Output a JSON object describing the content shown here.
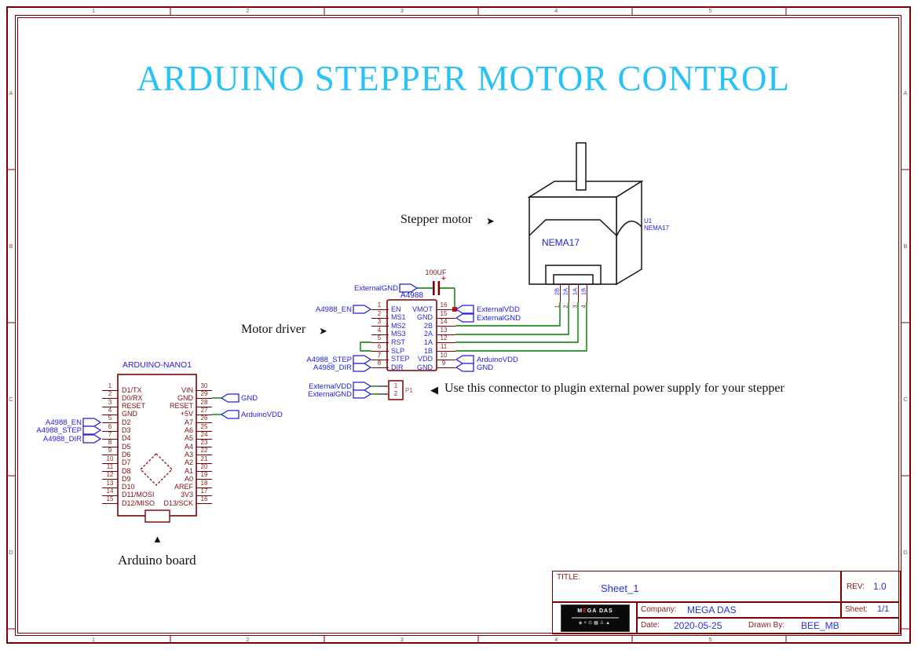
{
  "page": {
    "title": "ARDUINO STEPPER MOTOR CONTROL"
  },
  "frame": {
    "cols": [
      "1",
      "2",
      "3",
      "4",
      "5"
    ],
    "rows": [
      "A",
      "B",
      "C",
      "D"
    ]
  },
  "annotations": {
    "stepper_motor": "Stepper motor",
    "motor_driver": "Motor driver",
    "arduino_board": "Arduino board",
    "connector_note": "Use this connector to plugin external power supply for your stepper",
    "arrow_right": "➤",
    "arrow_left": "◀",
    "arrow_up": "▲"
  },
  "labels": {
    "gnd": "GND",
    "arduino_vdd": "ArduinoVDD",
    "external_vdd": "ExternalVDD",
    "external_gnd": "ExternalGND",
    "en": "A4988_EN",
    "step": "A4988_STEP",
    "dir": "A4988_DIR"
  },
  "arduino": {
    "name": "ARDUINO-NANO1",
    "left_pins": [
      {
        "num": "1",
        "name": "D1/TX"
      },
      {
        "num": "2",
        "name": "D0/RX"
      },
      {
        "num": "3",
        "name": "RESET"
      },
      {
        "num": "4",
        "name": "GND"
      },
      {
        "num": "5",
        "name": "D2"
      },
      {
        "num": "6",
        "name": "D3"
      },
      {
        "num": "7",
        "name": "D4"
      },
      {
        "num": "8",
        "name": "D5"
      },
      {
        "num": "9",
        "name": "D6"
      },
      {
        "num": "10",
        "name": "D7"
      },
      {
        "num": "11",
        "name": "D8"
      },
      {
        "num": "12",
        "name": "D9"
      },
      {
        "num": "13",
        "name": "D10"
      },
      {
        "num": "14",
        "name": "D11/MOSI"
      },
      {
        "num": "15",
        "name": "D12/MISO"
      }
    ],
    "right_pins": [
      {
        "num": "30",
        "name": "VIN"
      },
      {
        "num": "29",
        "name": "GND"
      },
      {
        "num": "28",
        "name": "RESET"
      },
      {
        "num": "27",
        "name": "+5V"
      },
      {
        "num": "26",
        "name": "A7"
      },
      {
        "num": "25",
        "name": "A6"
      },
      {
        "num": "24",
        "name": "A5"
      },
      {
        "num": "23",
        "name": "A4"
      },
      {
        "num": "22",
        "name": "A3"
      },
      {
        "num": "21",
        "name": "A2"
      },
      {
        "num": "20",
        "name": "A1"
      },
      {
        "num": "19",
        "name": "A0"
      },
      {
        "num": "18",
        "name": "AREF"
      },
      {
        "num": "17",
        "name": "3V3"
      },
      {
        "num": "16",
        "name": "D13/SCK"
      }
    ]
  },
  "driver": {
    "name": "A4988",
    "left_pins": [
      {
        "num": "1",
        "name": "EN"
      },
      {
        "num": "2",
        "name": "MS1"
      },
      {
        "num": "3",
        "name": "MS2"
      },
      {
        "num": "4",
        "name": "MS3"
      },
      {
        "num": "5",
        "name": "RST"
      },
      {
        "num": "6",
        "name": "SLP"
      },
      {
        "num": "7",
        "name": "STEP"
      },
      {
        "num": "8",
        "name": "DIR"
      }
    ],
    "right_pins": [
      {
        "num": "16",
        "name": "VMOT"
      },
      {
        "num": "15",
        "name": "GND"
      },
      {
        "num": "14",
        "name": "2B"
      },
      {
        "num": "13",
        "name": "2A"
      },
      {
        "num": "12",
        "name": "1A"
      },
      {
        "num": "11",
        "name": "1B"
      },
      {
        "num": "10",
        "name": "VDD"
      },
      {
        "num": "9",
        "name": "GND"
      }
    ]
  },
  "motor": {
    "label": "NEMA17",
    "designator": "U1",
    "part": "NEMA17",
    "pins": [
      {
        "num": "1",
        "name": "2B"
      },
      {
        "num": "2",
        "name": "2A"
      },
      {
        "num": "3",
        "name": "1A"
      },
      {
        "num": "4",
        "name": "1B"
      }
    ]
  },
  "capacitor": {
    "value": "100UF",
    "polarity": "+"
  },
  "p1": {
    "refdes": "P1",
    "pins": [
      "1",
      "2"
    ]
  },
  "title_block": {
    "title_label": "TITLE:",
    "title": "Sheet_1",
    "rev_label": "REV:",
    "rev": "1.0",
    "company_label": "Company:",
    "company": "MEGA DAS",
    "sheet_label": "Sheet:",
    "sheet": "1/1",
    "date_label": "Date:",
    "date": "2020-05-25",
    "drawn_label": "Drawn By:",
    "drawn_by": "BEE_MB",
    "logo": {
      "t1": "M",
      "accent": "E",
      "t2": "GA DAS"
    }
  },
  "colors": {
    "frame": "#7a0000",
    "wire": "#007a00",
    "component": "#7b0000",
    "net": "#2222dd",
    "title": "#29c2f5",
    "junction": "#cc1111"
  }
}
